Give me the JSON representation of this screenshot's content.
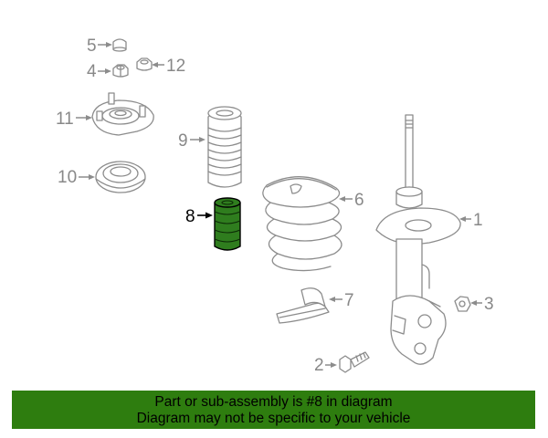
{
  "colors": {
    "highlight": "#2e7d0f",
    "part_stroke": "#8c8c8c",
    "callout_text": "#888888",
    "selected_callout": "#000000"
  },
  "callouts": {
    "c1": "1",
    "c2": "2",
    "c3": "3",
    "c4": "4",
    "c5": "5",
    "c6": "6",
    "c7": "7",
    "c8": "8",
    "c9": "9",
    "c10": "10",
    "c11": "11",
    "c12": "12"
  },
  "selected_part": "8",
  "banner": {
    "line1": "Part or sub-assembly is #8 in diagram",
    "line2": "Diagram may not be specific to your vehicle"
  }
}
